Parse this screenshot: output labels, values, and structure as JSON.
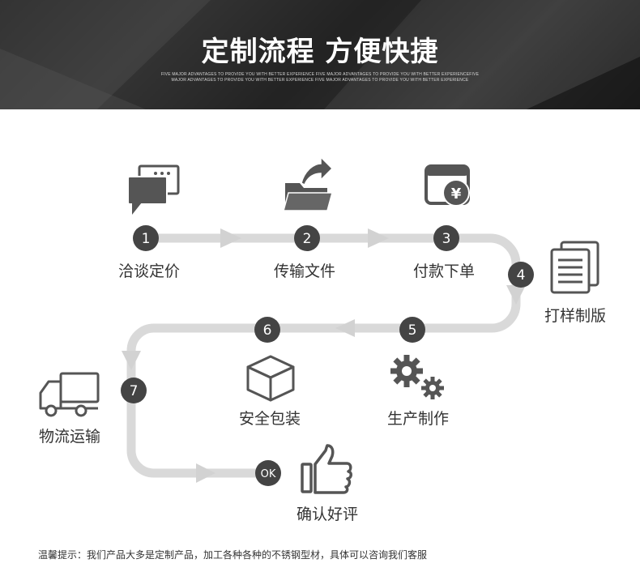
{
  "banner": {
    "title": "定制流程 方便快捷",
    "subtitle": "FIVE MAJOR ADVANTAGES TO PROVIDE YOU WITH BETTER EXPERIENCE FIVE MAJOR ADVANTAGES TO PROVIDE YOU WITH BETTER EXPERIENCEFIVE MAJOR ADVANTAGES TO PROVIDE YOU WITH BETTER EXPERIENCE FIVE MAJOR ADVANTAGES TO PROVIDE YOU WITH BETTER EXPERIENCE"
  },
  "steps": [
    {
      "badge": "1",
      "label": "洽谈定价",
      "icon": "chat-bubbles-icon"
    },
    {
      "badge": "2",
      "label": "传输文件",
      "icon": "folder-transfer-icon"
    },
    {
      "badge": "3",
      "label": "付款下单",
      "icon": "yuan-payment-icon"
    },
    {
      "badge": "4",
      "label": "打样制版",
      "icon": "document-stack-icon"
    },
    {
      "badge": "5",
      "label": "生产制作",
      "icon": "gears-icon"
    },
    {
      "badge": "6",
      "label": "安全包装",
      "icon": "package-box-icon"
    },
    {
      "badge": "7",
      "label": "物流运输",
      "icon": "delivery-truck-icon"
    },
    {
      "badge": "OK",
      "label": "确认好评",
      "icon": "thumbs-up-icon"
    }
  ],
  "footer": {
    "tip": "温馨提示：我们产品大多是定制产品，加工各种各种的不锈钢型材，具体可以咨询我们客服"
  },
  "colors": {
    "path": "#d9d9d9",
    "badge": "#444444",
    "icon": "#555555",
    "text": "#333333"
  }
}
